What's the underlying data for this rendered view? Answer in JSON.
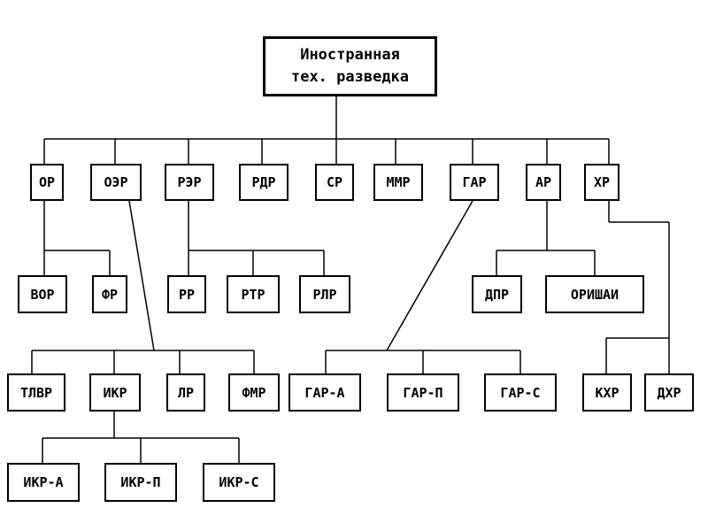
{
  "root": {
    "line1": "Иностранная",
    "line2": "тех. разведка"
  },
  "level1": {
    "or": "ОР",
    "oer": "ОЭР",
    "rer": "РЭР",
    "rdr": "РДР",
    "sr": "СР",
    "mmr": "ММР",
    "gar": "ГАР",
    "ar": "АР",
    "hr": "ХР"
  },
  "or_children": {
    "vor": "ВОР",
    "fr": "ФР"
  },
  "rer_children": {
    "rr": "РР",
    "rtr": "РТР",
    "rlr": "РЛР"
  },
  "ar_children": {
    "dpr": "ДПР",
    "orishai": "ОРИШАИ"
  },
  "oer_children": {
    "tlvr": "ТЛВР",
    "ikr": "ИКР",
    "lr": "ЛР",
    "fmr": "ФМР"
  },
  "gar_children": {
    "gar_a": "ГАР-А",
    "gar_p": "ГАР-П",
    "gar_s": "ГАР-С"
  },
  "hr_children": {
    "khr": "КХР",
    "dkhr": "ДХР"
  },
  "ikr_children": {
    "ikr_a": "ИКР-А",
    "ikr_p": "ИКР-П",
    "ikr_s": "ИКР-С"
  }
}
